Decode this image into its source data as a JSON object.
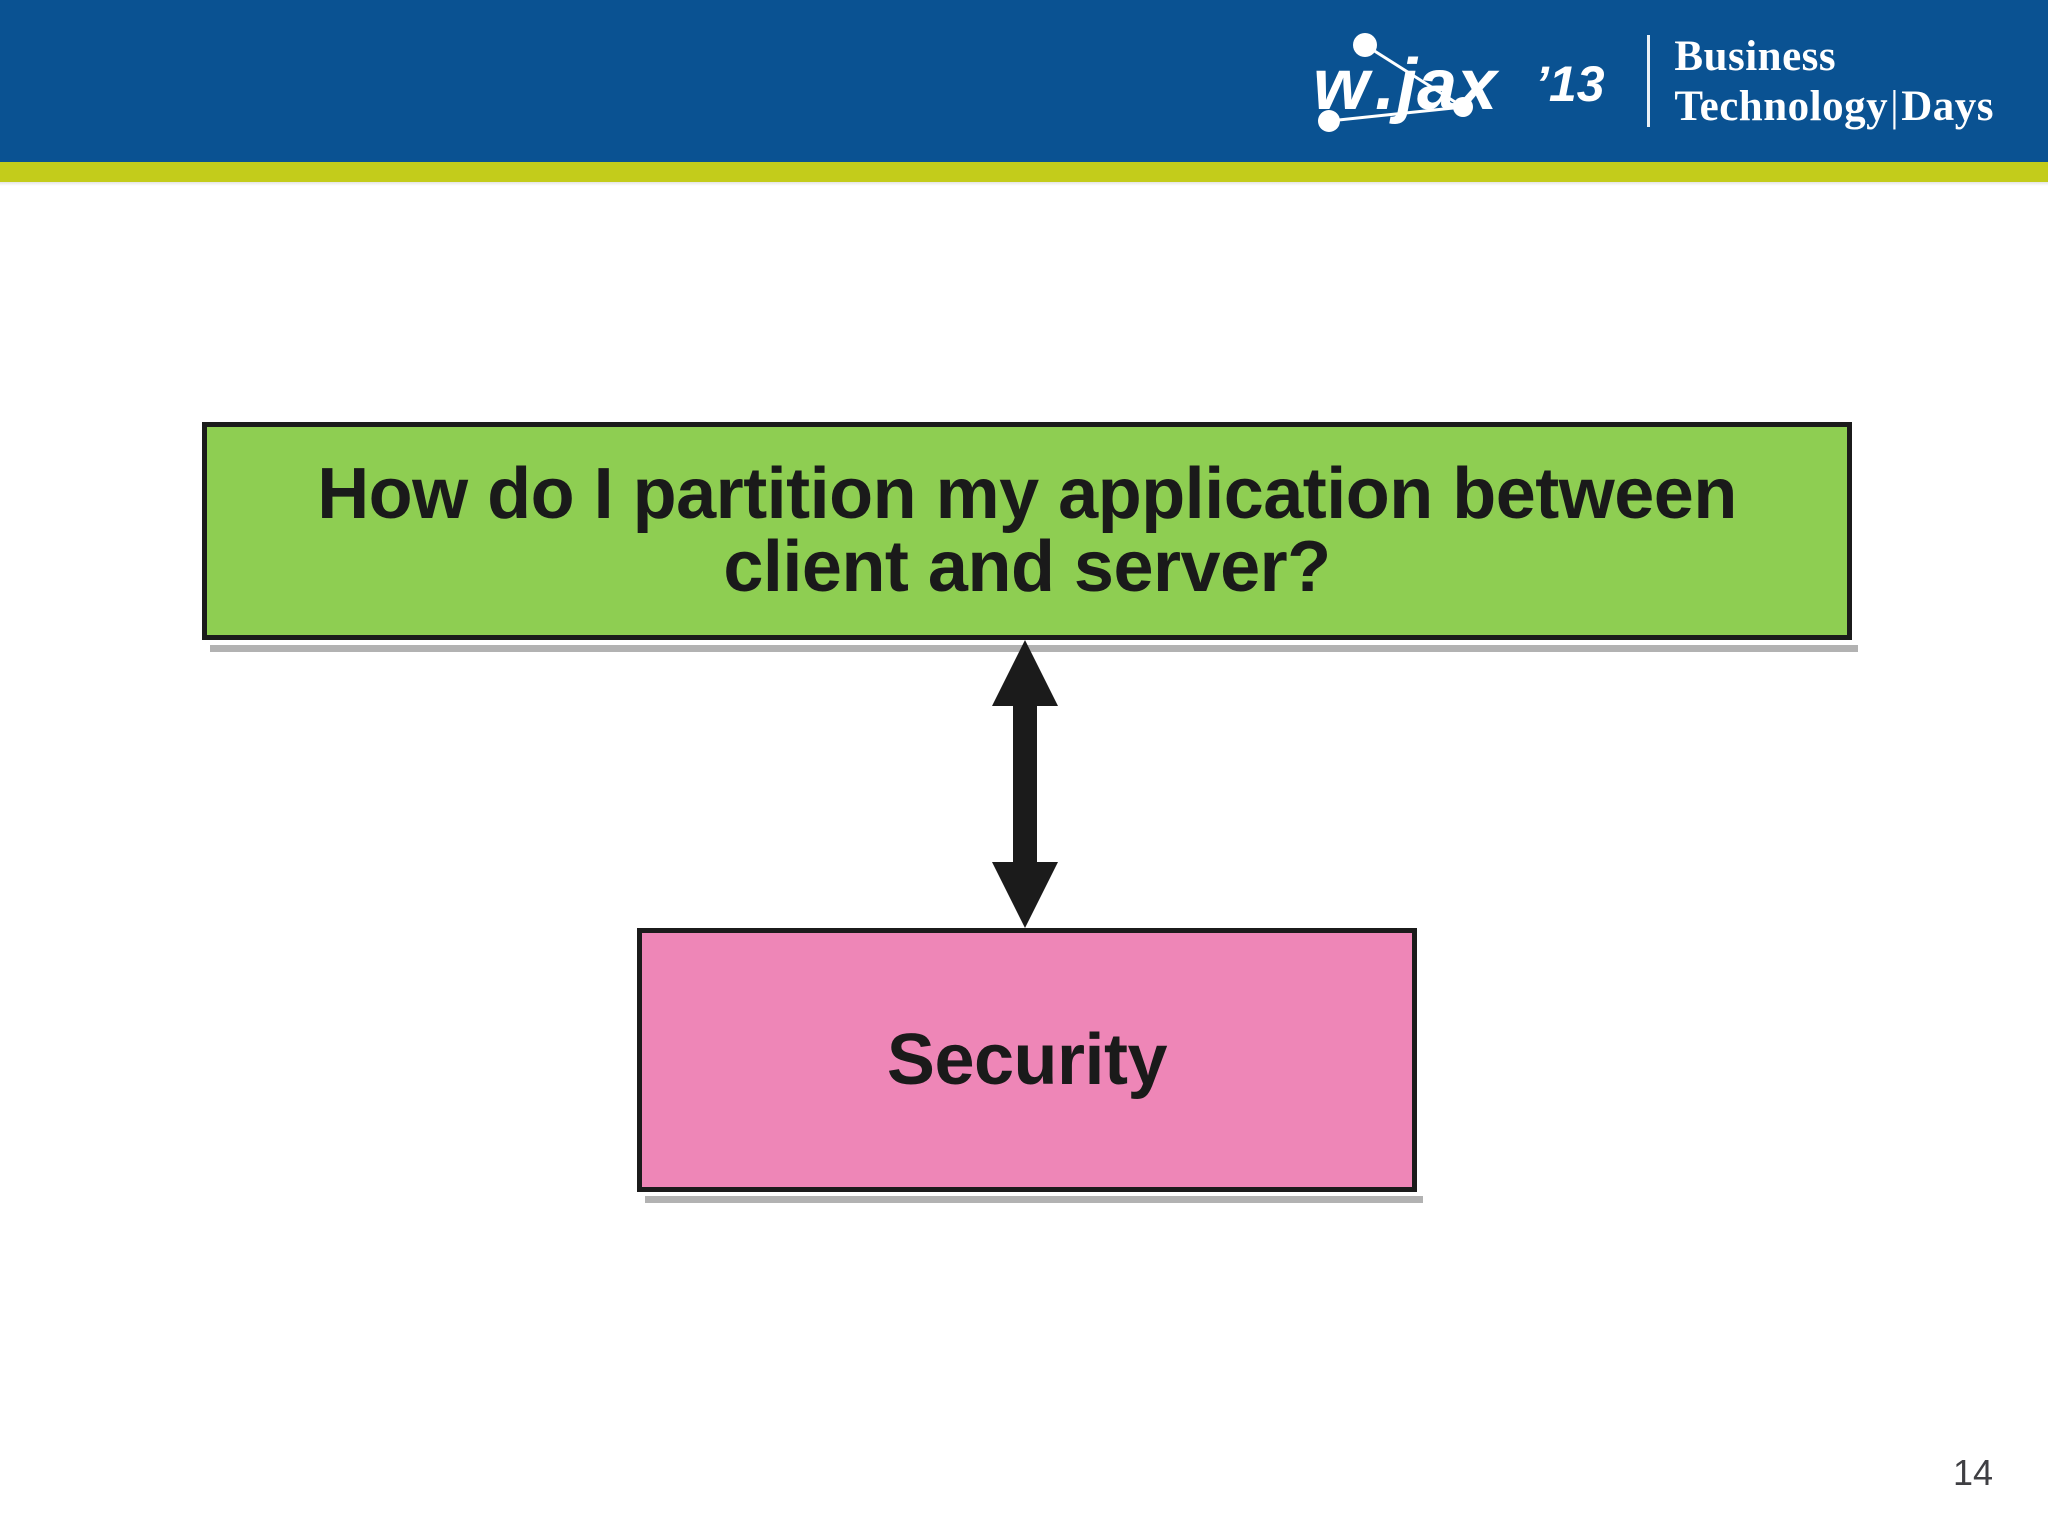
{
  "slide": {
    "page_number": "14",
    "background_color": "#ffffff"
  },
  "header": {
    "band_color": "#0a5292",
    "stripe_color": "#c3cc1b",
    "logo": {
      "mark_text": "W-JAX",
      "mark_year": "13",
      "tagline_line1": "Business",
      "tagline_line2_a": "Technology",
      "tagline_separator": "|",
      "tagline_line2_b": "Days"
    }
  },
  "diagram": {
    "question_box": {
      "text": "How do I partition my application between client and server?",
      "fill_color": "#8ece52",
      "border_color": "#1b1b1b"
    },
    "security_box": {
      "text": "Security",
      "fill_color": "#ee86b7",
      "border_color": "#1b1b1b"
    },
    "connector": {
      "type": "double-headed-vertical-arrow",
      "color": "#1b1b1b"
    }
  }
}
